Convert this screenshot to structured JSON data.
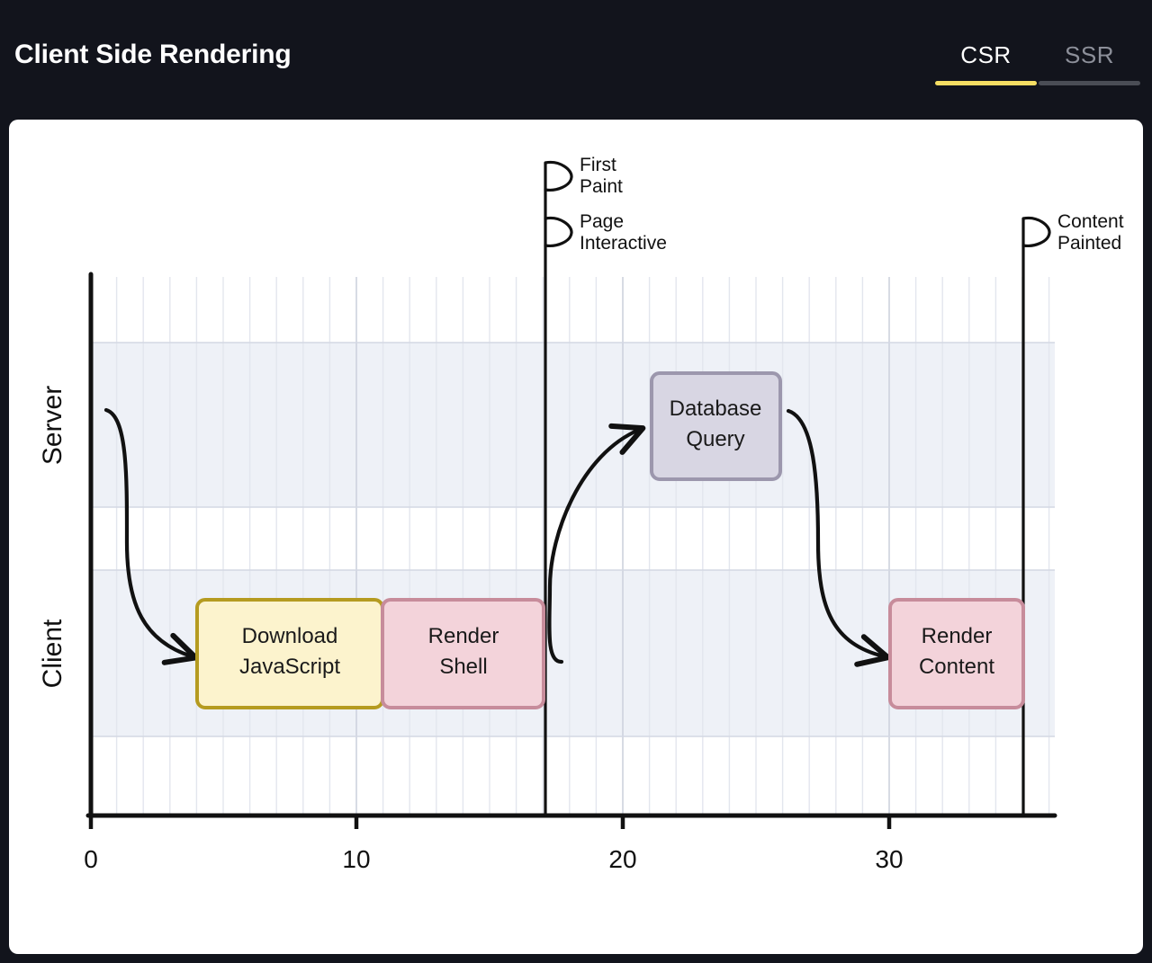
{
  "header": {
    "title": "Client Side Rendering",
    "tabs": [
      {
        "id": "csr",
        "label": "CSR",
        "active": true
      },
      {
        "id": "ssr",
        "label": "SSR",
        "active": false
      }
    ],
    "accent_color": "#f6de63",
    "background_color": "#12141c",
    "title_color": "#ffffff",
    "inactive_tab_color": "#8c8f99"
  },
  "chart_data": {
    "type": "gantt",
    "title": "Client Side Rendering",
    "xlabel": "",
    "ylabel": "",
    "xlim": [
      0,
      36
    ],
    "xticks": [
      0,
      10,
      20,
      30
    ],
    "xtick_labels": [
      "0",
      "10",
      "20",
      "30"
    ],
    "grid": true,
    "lanes": [
      "Server",
      "Client"
    ],
    "tasks": [
      {
        "label": "Download JavaScript",
        "label_line1": "Download",
        "label_line2": "JavaScript",
        "lane": "Client",
        "start": 4,
        "end": 11.3,
        "fill": "#fcf3cd",
        "stroke": "#b59b20"
      },
      {
        "label": "Render Shell",
        "label_line1": "Render",
        "label_line2": "Shell",
        "lane": "Client",
        "start": 11.3,
        "end": 17,
        "fill": "#f3d3da",
        "stroke": "#c78c9b"
      },
      {
        "label": "Database Query",
        "label_line1": "Database",
        "label_line2": "Query",
        "lane": "Server",
        "start": 21.1,
        "end": 26,
        "fill": "#d8d6e3",
        "stroke": "#9c97ad"
      },
      {
        "label": "Render Content",
        "label_line1": "Render",
        "label_line2": "Content",
        "lane": "Client",
        "start": 30,
        "end": 35,
        "fill": "#f3d3da",
        "stroke": "#c78c9b"
      }
    ],
    "milestones": [
      {
        "label": "First Paint",
        "label_line1": "First",
        "label_line2": "Paint",
        "time": 17
      },
      {
        "label": "Page Interactive",
        "label_line1": "Page",
        "label_line2": "Interactive",
        "time": 17
      },
      {
        "label": "Content Painted",
        "label_line1": "Content",
        "label_line2": "Painted",
        "time": 35
      }
    ],
    "arrows": [
      {
        "from": "start",
        "to": "Download JavaScript"
      },
      {
        "from": "Render Shell",
        "to": "Database Query"
      },
      {
        "from": "Database Query",
        "to": "Render Content"
      }
    ],
    "band_color": "#eef1f7",
    "gridline_color": "#dcdfe8",
    "axis_color": "#111111"
  }
}
